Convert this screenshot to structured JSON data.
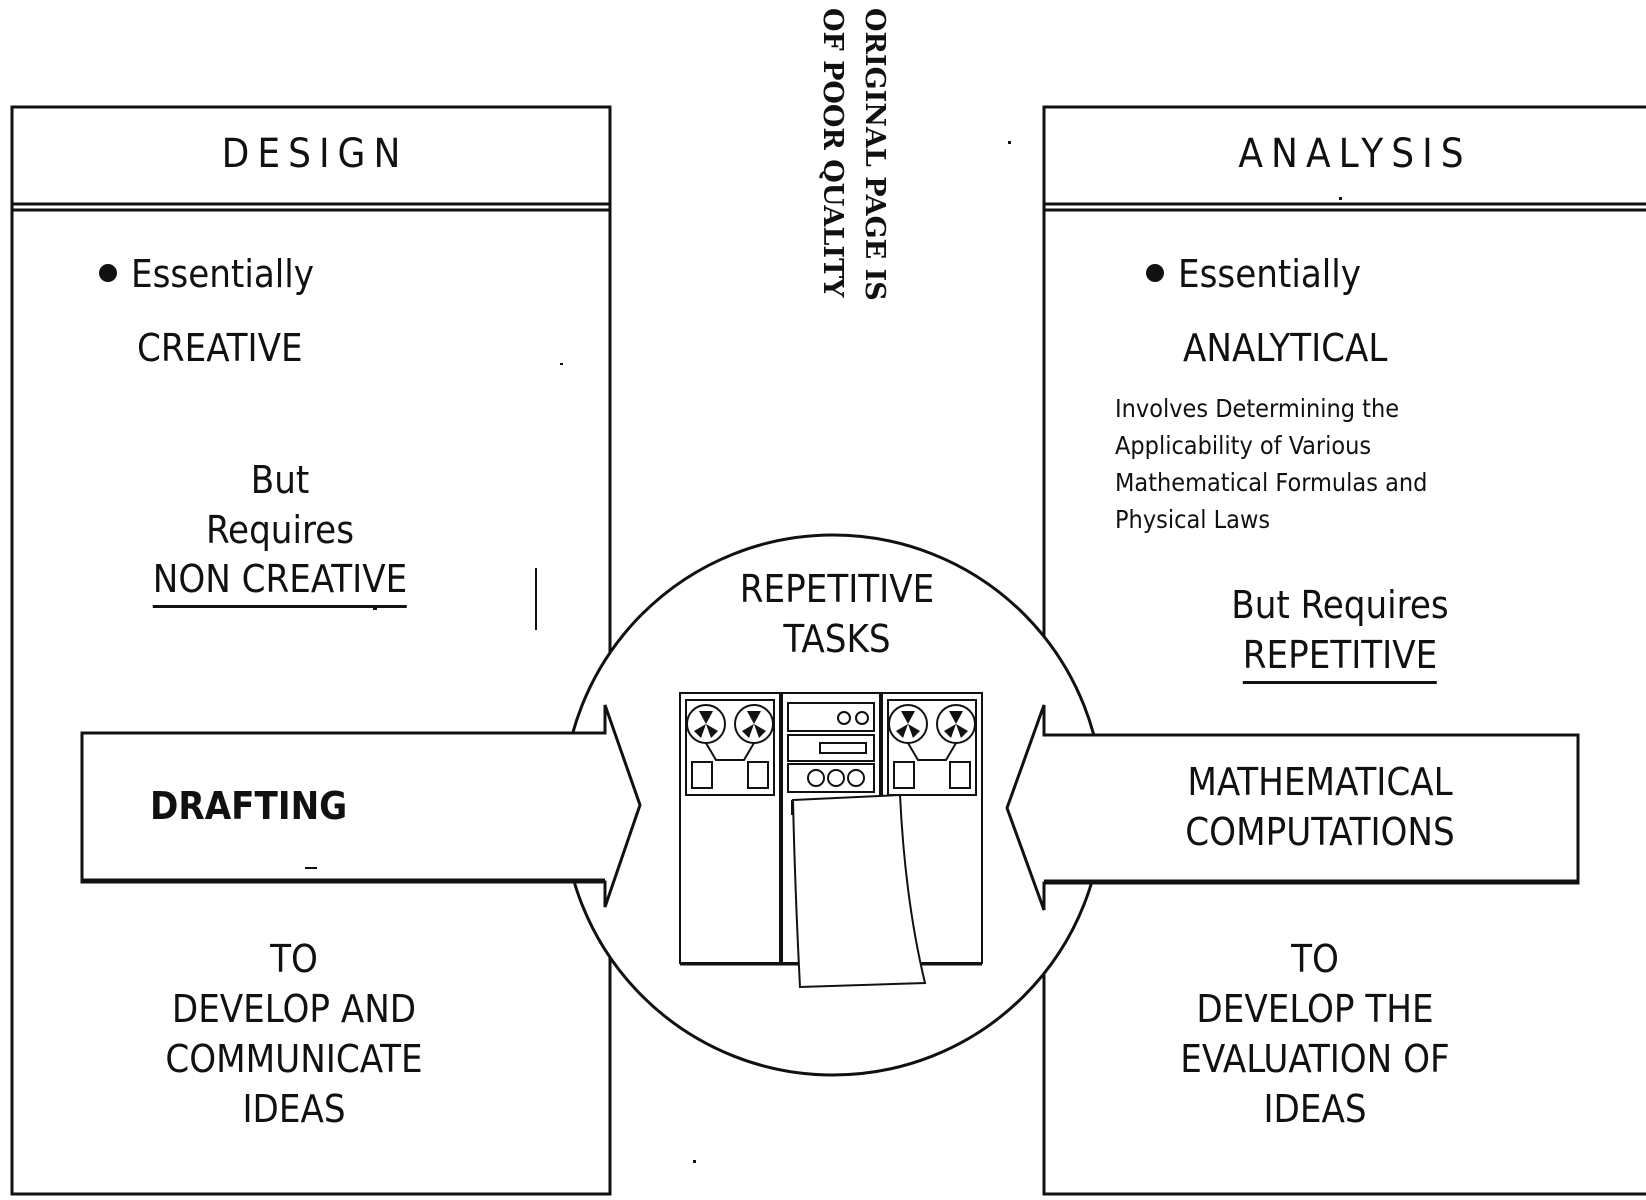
{
  "stamp": {
    "line1": "ORIGINAL PAGE IS",
    "line2": "OF POOR QUALITY"
  },
  "design": {
    "header": "DESIGN",
    "bullet": "Essentially",
    "quality": "CREATIVE",
    "but": "But",
    "requires": "Requires",
    "requirement": "NON CREATIVE",
    "task": "DRAFTING",
    "goal_line1": "TO",
    "goal_line2": "DEVELOP AND",
    "goal_line3": "COMMUNICATE",
    "goal_line4": "IDEAS"
  },
  "analysis": {
    "header": "ANALYSIS",
    "bullet": "Essentially",
    "quality": "ANALYTICAL",
    "description": "Involves Determining the Applicability of Various Mathematical Formulas and Physical Laws",
    "but_requires": "But Requires",
    "requirement": "REPETITIVE",
    "task_line1": "MATHEMATICAL",
    "task_line2": "COMPUTATIONS",
    "goal_line1": "TO",
    "goal_line2": "DEVELOP THE",
    "goal_line3": "EVALUATION OF",
    "goal_line4": "IDEAS"
  },
  "center": {
    "line1": "REPETITIVE",
    "line2": "TASKS",
    "illustration": "computer-with-tape-drives-and-printer"
  }
}
